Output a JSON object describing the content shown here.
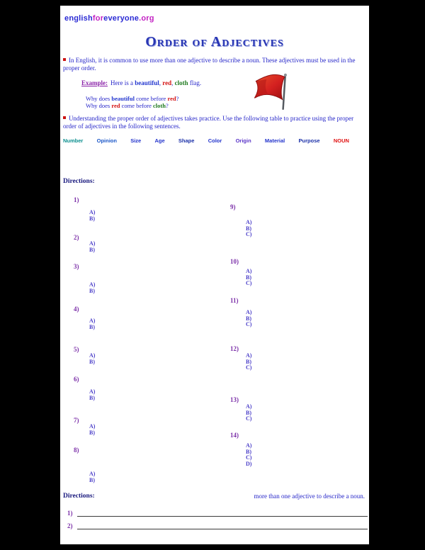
{
  "logo": {
    "english": "english",
    "for": "for",
    "everyone": "everyone",
    "org": ".org"
  },
  "title": "Order of Adjectives",
  "intro1": "In English, it is common to use more than one adjective to describe a noun. These adjectives must be used in the proper order.",
  "example": {
    "label": "Example:",
    "pre": "Here is a ",
    "adj1": "beautiful",
    "sep1": ", ",
    "adj2": "red",
    "sep2": ", ",
    "adj3": "cloth",
    "post": " flag."
  },
  "why1": {
    "p1": "Why does ",
    "w1": "beautiful",
    "p2": " come before ",
    "w2": "red",
    "p3": "?"
  },
  "why2": {
    "p1": "Why does ",
    "w1": "red",
    "p2": " come before ",
    "w2": "cloth",
    "p3": "?"
  },
  "intro2": "Understanding the proper order of adjectives takes practice. Use the following table to practice using the proper order of adjectives in the following sentences.",
  "table": {
    "headers": [
      {
        "label": "Number",
        "color": "#0b8f8f"
      },
      {
        "label": "Opinion",
        "color": "#1a56c8"
      },
      {
        "label": "Size",
        "color": "#2233cc"
      },
      {
        "label": "Age",
        "color": "#2233cc"
      },
      {
        "label": "Shape",
        "color": "#1a2fa8"
      },
      {
        "label": "Color",
        "color": "#2233cc"
      },
      {
        "label": "Origin",
        "color": "#5a35c8"
      },
      {
        "label": "Material",
        "color": "#2233cc"
      },
      {
        "label": "Purpose",
        "color": "#1a2fa8"
      },
      {
        "label": "NOUN",
        "color": "#e01010"
      }
    ]
  },
  "directions_label": "Directions:",
  "questions_left": [
    {
      "n": "1)",
      "opts": [
        "A)",
        "B)"
      ]
    },
    {
      "n": "2)",
      "opts": [
        "A)",
        "B)"
      ]
    },
    {
      "n": "3)",
      "opts": [
        "A)",
        "B)"
      ]
    },
    {
      "n": "4)",
      "opts": [
        "A)",
        "B)"
      ]
    },
    {
      "n": "5)",
      "opts": [
        "A)",
        "B)"
      ]
    },
    {
      "n": "6)",
      "opts": [
        "A)",
        "B)"
      ]
    },
    {
      "n": "7)",
      "opts": [
        "A)",
        "B)"
      ]
    },
    {
      "n": "8)",
      "opts": [
        "A)",
        "B)"
      ]
    }
  ],
  "questions_right": [
    {
      "n": "9)",
      "opts": [
        "A)",
        "B)",
        "C)"
      ]
    },
    {
      "n": "10)",
      "opts": [
        "A)",
        "B)",
        "C)"
      ]
    },
    {
      "n": "11)",
      "opts": [
        "A)",
        "B)",
        "C)"
      ]
    },
    {
      "n": "12)",
      "opts": [
        "A)",
        "B)",
        "C)"
      ]
    },
    {
      "n": "13)",
      "opts": [
        "A)",
        "B)",
        "C)"
      ]
    },
    {
      "n": "14)",
      "opts": [
        "A)",
        "B)",
        "C)",
        "D)"
      ]
    }
  ],
  "bottom": {
    "directions_label": "Directions:",
    "fragment": "more than one adjective to describe a noun.",
    "items": [
      "1)",
      "2)"
    ]
  },
  "icons": {
    "flag": "red-waving-flag"
  },
  "colors": {
    "body_blue": "#2626c9",
    "accent_purple": "#8a22a8",
    "number_purple": "#7b2fa8",
    "option_blue": "#4b3fc9",
    "navy": "#17177d",
    "title_blue": "#2936b4",
    "logo_blue": "#2a2ad4",
    "logo_magenta": "#c322c3",
    "red": "#d41414",
    "green": "#1f7a1f",
    "flag_red": "#d42020"
  }
}
